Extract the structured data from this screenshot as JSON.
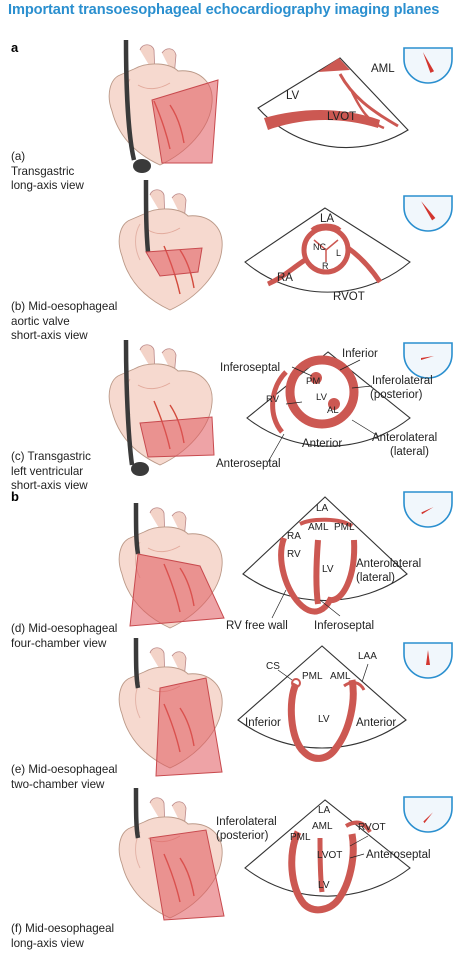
{
  "title": "Important transoesophageal echocardiography imaging planes",
  "sections": [
    "a",
    "b"
  ],
  "colors": {
    "accent": "#2a8fcf",
    "tissue": "#cc5852",
    "tissue_light": "#f1c9c1",
    "heart_pink": "#f6d9cf",
    "plane_red": "#e0575c",
    "probe": "#3a3a3a"
  },
  "panels": [
    {
      "caption": [
        "(a)",
        "Transgastric",
        "long-axis view"
      ],
      "labels": [
        "AML",
        "LV",
        "LVOT"
      ]
    },
    {
      "caption": [
        "(b) Mid-oesophageal",
        "aortic valve",
        "short-axis view"
      ],
      "labels": [
        "LA",
        "NC",
        "L",
        "R",
        "RA",
        "RVOT"
      ]
    },
    {
      "caption": [
        "(c) Transgastric",
        "left ventricular",
        "short-axis view"
      ],
      "labels": [
        "Inferior",
        "Inferoseptal",
        "Inferolateral",
        "(posterior)",
        "PM",
        "LV",
        "RV",
        "AL",
        "Anterior",
        "Anterolateral",
        "(lateral)",
        "Anteroseptal"
      ]
    },
    {
      "caption": [
        "(d) Mid-oesophageal",
        "four-chamber view"
      ],
      "labels": [
        "LA",
        "AML",
        "PML",
        "RA",
        "RV",
        "LV",
        "Anterolateral",
        "(lateral)",
        "RV free wall",
        "Inferoseptal"
      ]
    },
    {
      "caption": [
        "(e) Mid-oesophageal",
        "two-chamber view"
      ],
      "labels": [
        "CS",
        "PML",
        "AML",
        "LAA",
        "Inferior",
        "LV",
        "Anterior"
      ]
    },
    {
      "caption": [
        "(f) Mid-oesophageal",
        "long-axis view"
      ],
      "labels": [
        "RVOT",
        "LA",
        "Inferolateral",
        "(posterior)",
        "AML",
        "PML",
        "LVOT",
        "Anteroseptal",
        "LV"
      ]
    }
  ],
  "icons": [
    "probe-angle-icon-a",
    "probe-angle-icon-b",
    "probe-angle-icon-c",
    "probe-angle-icon-d",
    "probe-angle-icon-e",
    "probe-angle-icon-f"
  ]
}
